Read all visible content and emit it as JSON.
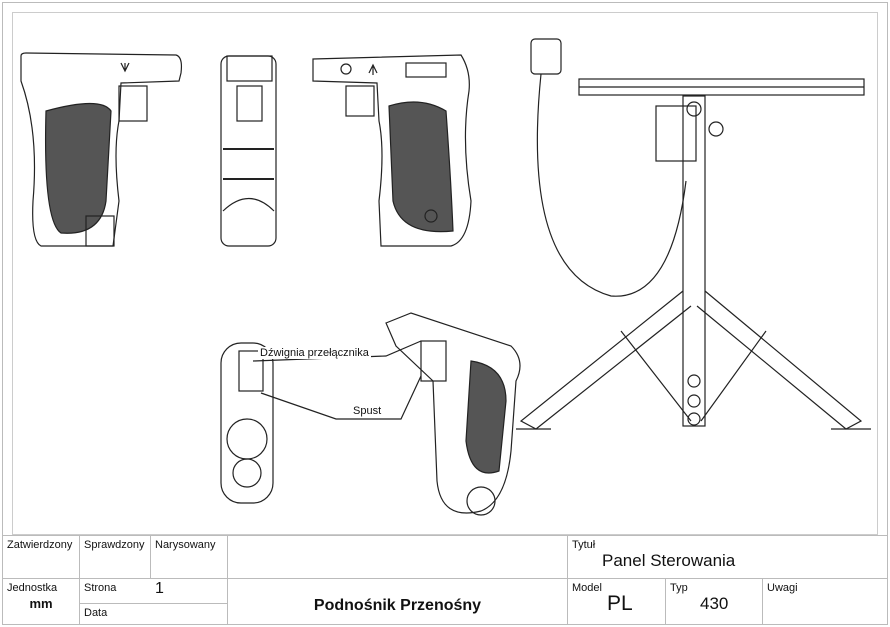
{
  "callouts": {
    "lever": "Dźwignia przełącznika",
    "trigger": "Spust"
  },
  "title_block": {
    "approved": "Zatwierdzony",
    "checked": "Sprawdzony",
    "drawn": "Narysowany",
    "title_label": "Tytuł",
    "title_value": "Panel Sterowania",
    "unit_label": "Jednostka",
    "unit_value": "mm",
    "page_label": "Strona",
    "page_value": "1",
    "date_label": "Data",
    "product_name": "Podnośnik Przenośny",
    "model_label": "Model",
    "model_value": "PL",
    "type_label": "Typ",
    "type_value": "430",
    "notes_label": "Uwagi"
  }
}
